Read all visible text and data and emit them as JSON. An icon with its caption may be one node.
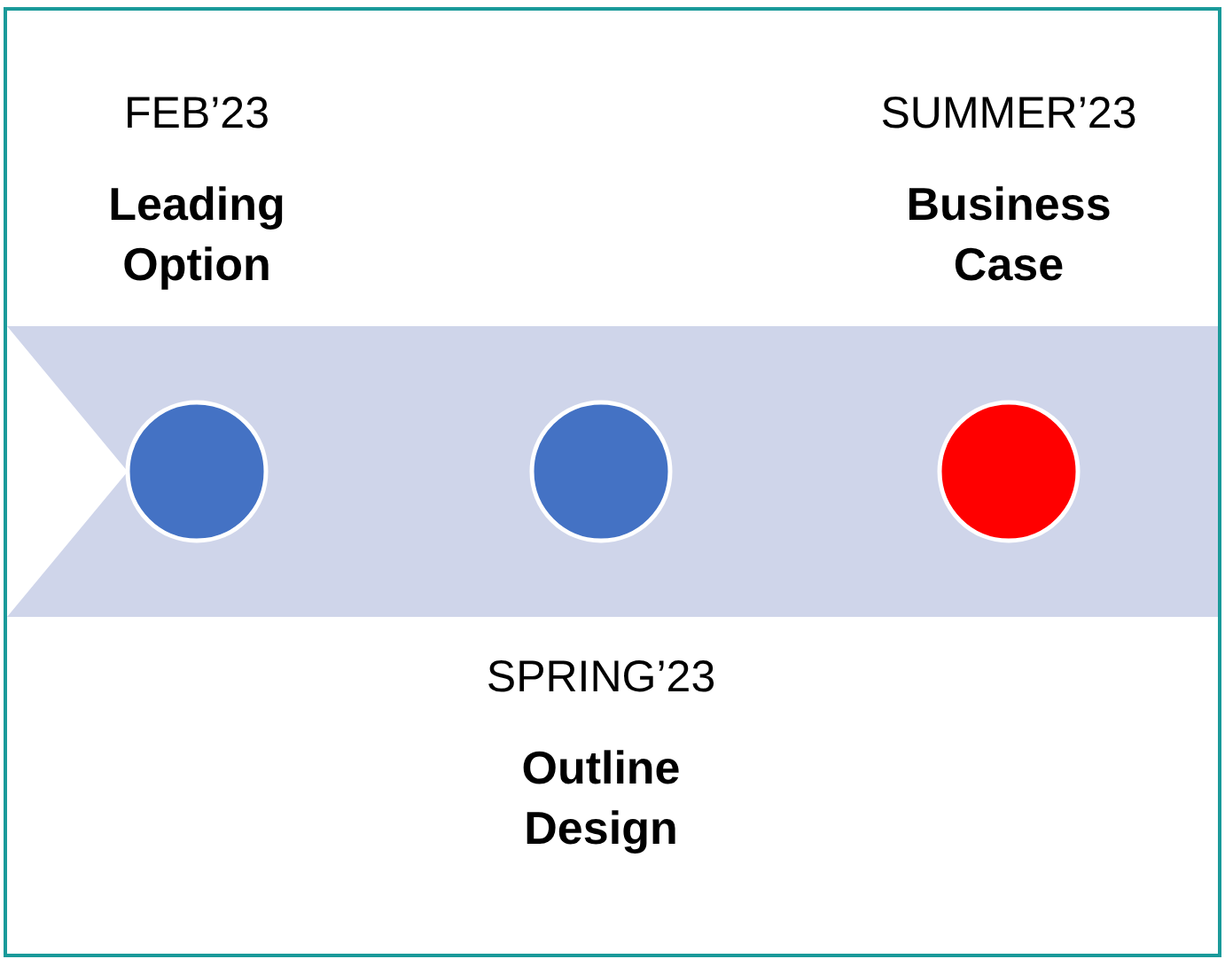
{
  "diagram": {
    "nodes": [
      {
        "text": [],
        "shape": "circle",
        "beside": [
          "FEB’23",
          "Leading Option"
        ]
      },
      {
        "text": [],
        "shape": "circle",
        "beside": [
          "SPRING’23",
          "Outline Design"
        ]
      },
      {
        "text": [],
        "shape": "circle",
        "beside": [
          "SUMMER’23",
          "Business Case"
        ]
      }
    ]
  }
}
